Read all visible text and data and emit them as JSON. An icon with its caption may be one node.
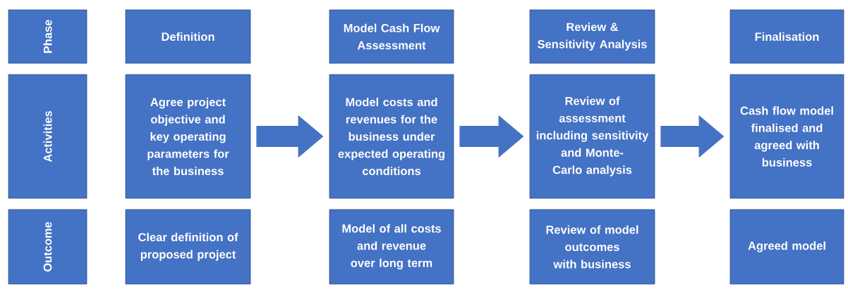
{
  "diagram": {
    "nodes": [
      {
        "text": [
          "Phase"
        ]
      },
      {
        "text": [
          "Activities"
        ]
      },
      {
        "text": [
          "Outcome"
        ]
      },
      {
        "text": [
          "Definition"
        ]
      },
      {
        "text": [
          "Model Cash Flow Assessment"
        ]
      },
      {
        "text": [
          "Review & Sensitivity Analysis"
        ]
      },
      {
        "text": [
          "Finalisation"
        ]
      },
      {
        "text": [
          "Agree project objective and key operating parameters for the business"
        ]
      },
      {
        "text": [
          "Model costs and revenues for the business under expected operating conditions"
        ]
      },
      {
        "text": [
          "Review of assessment including sensitivity and Monte-Carlo analysis"
        ]
      },
      {
        "text": [
          "Cash flow model finalised and agreed with business"
        ]
      },
      {
        "text": [
          "Clear definition of proposed project"
        ]
      },
      {
        "text": [
          "Model of all costs and revenue over long term"
        ]
      },
      {
        "text": [
          "Review of model outcomes with business"
        ]
      },
      {
        "text": [
          "Agreed model"
        ]
      }
    ],
    "edges": [
      {
        "from": 7,
        "to": 8,
        "arrow": "to"
      },
      {
        "from": 8,
        "to": 9,
        "arrow": "to"
      },
      {
        "from": 9,
        "to": 10,
        "arrow": "to"
      }
    ]
  }
}
